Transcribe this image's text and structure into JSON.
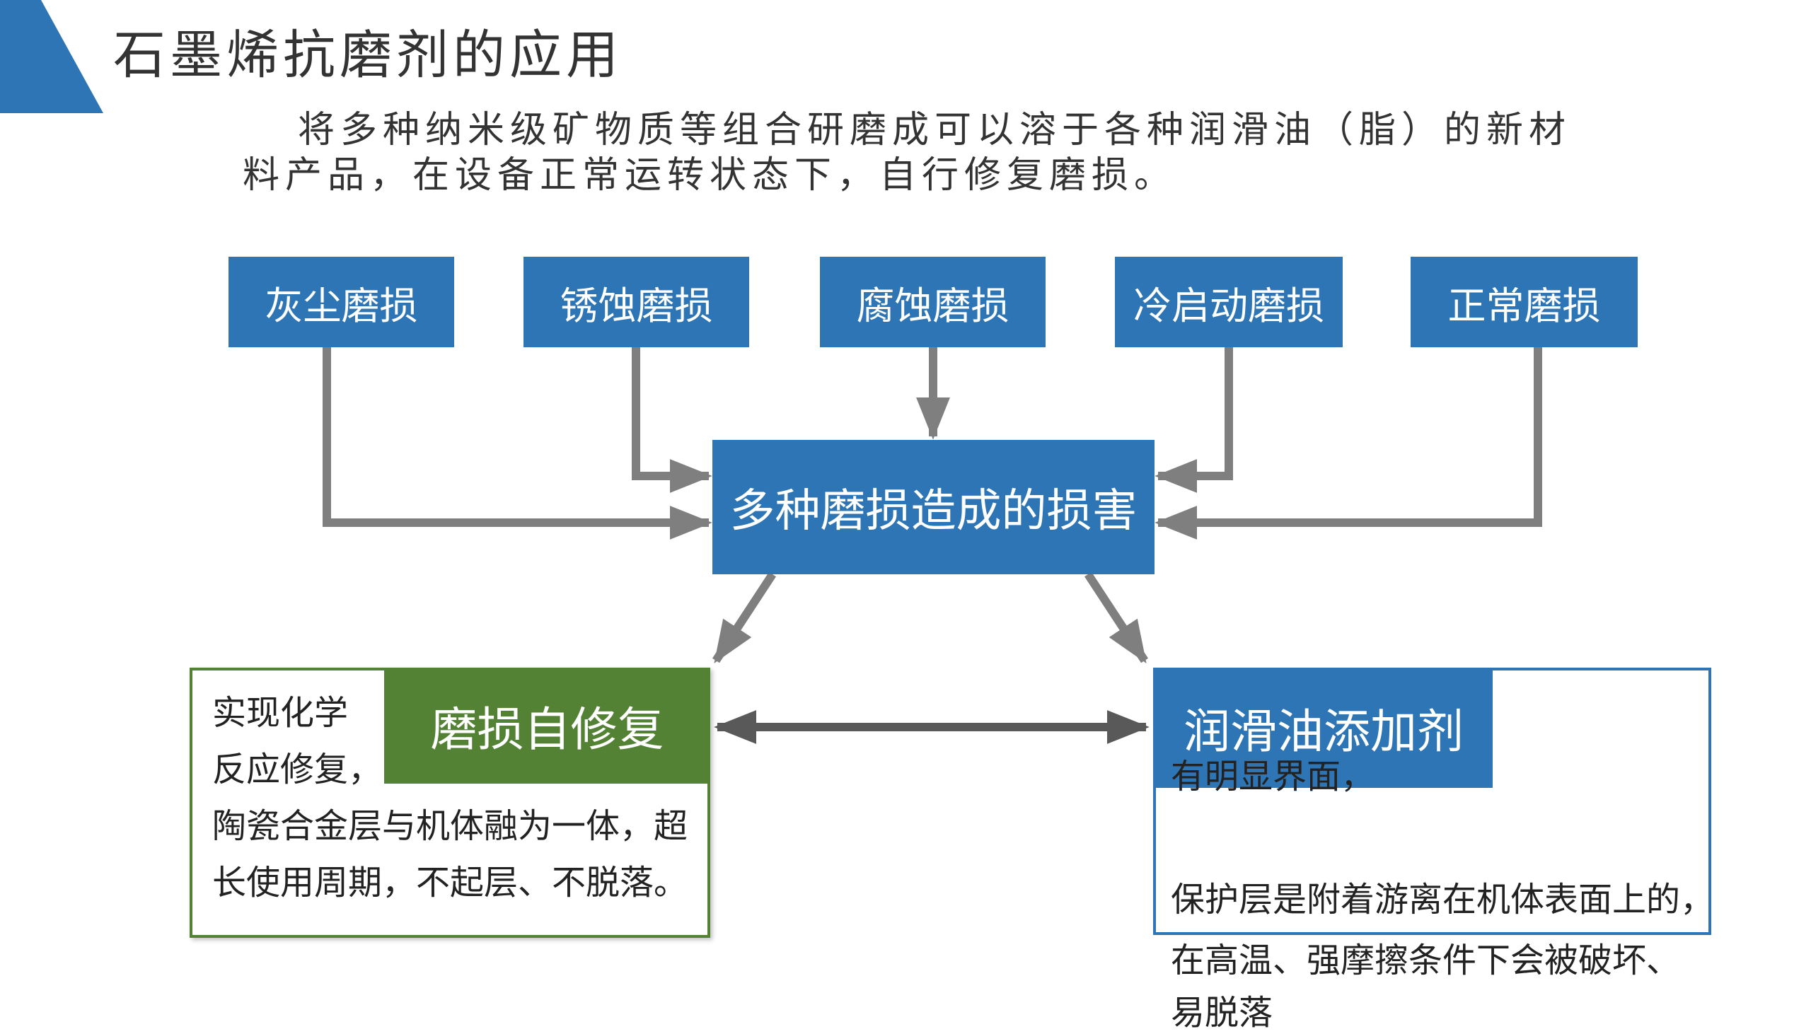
{
  "title": "石墨烯抗磨剂的应用",
  "intro": {
    "line1": "将多种纳米级矿物质等组合研磨成可以溶于各种润滑油（脂）的新材",
    "line2": "料产品，在设备正常运转状态下，自行修复磨损。"
  },
  "wear_types": [
    {
      "label": "灰尘磨损"
    },
    {
      "label": "锈蚀磨损"
    },
    {
      "label": "腐蚀磨损"
    },
    {
      "label": "冷启动磨损"
    },
    {
      "label": "正常磨损"
    }
  ],
  "center": {
    "label": "多种磨损造成的损害"
  },
  "left_panel": {
    "title": "磨损自修复",
    "lines": [
      "实现化学",
      "反应修复，",
      "陶瓷合金层与机体融为一体，超",
      "长使用周期，不起层、不脱落。"
    ]
  },
  "right_panel": {
    "title": "润滑油添加剂",
    "lines": [
      "有明显界面，",
      "保护层是附着游离在机体表面上的，",
      "在高温、强摩擦条件下会被破坏、",
      "易脱落"
    ]
  },
  "colors": {
    "blue": "#2e75b6",
    "green": "#548235",
    "arrow_gray": "#7f7f7f",
    "double_arrow": "#595959",
    "text": "#333333"
  }
}
